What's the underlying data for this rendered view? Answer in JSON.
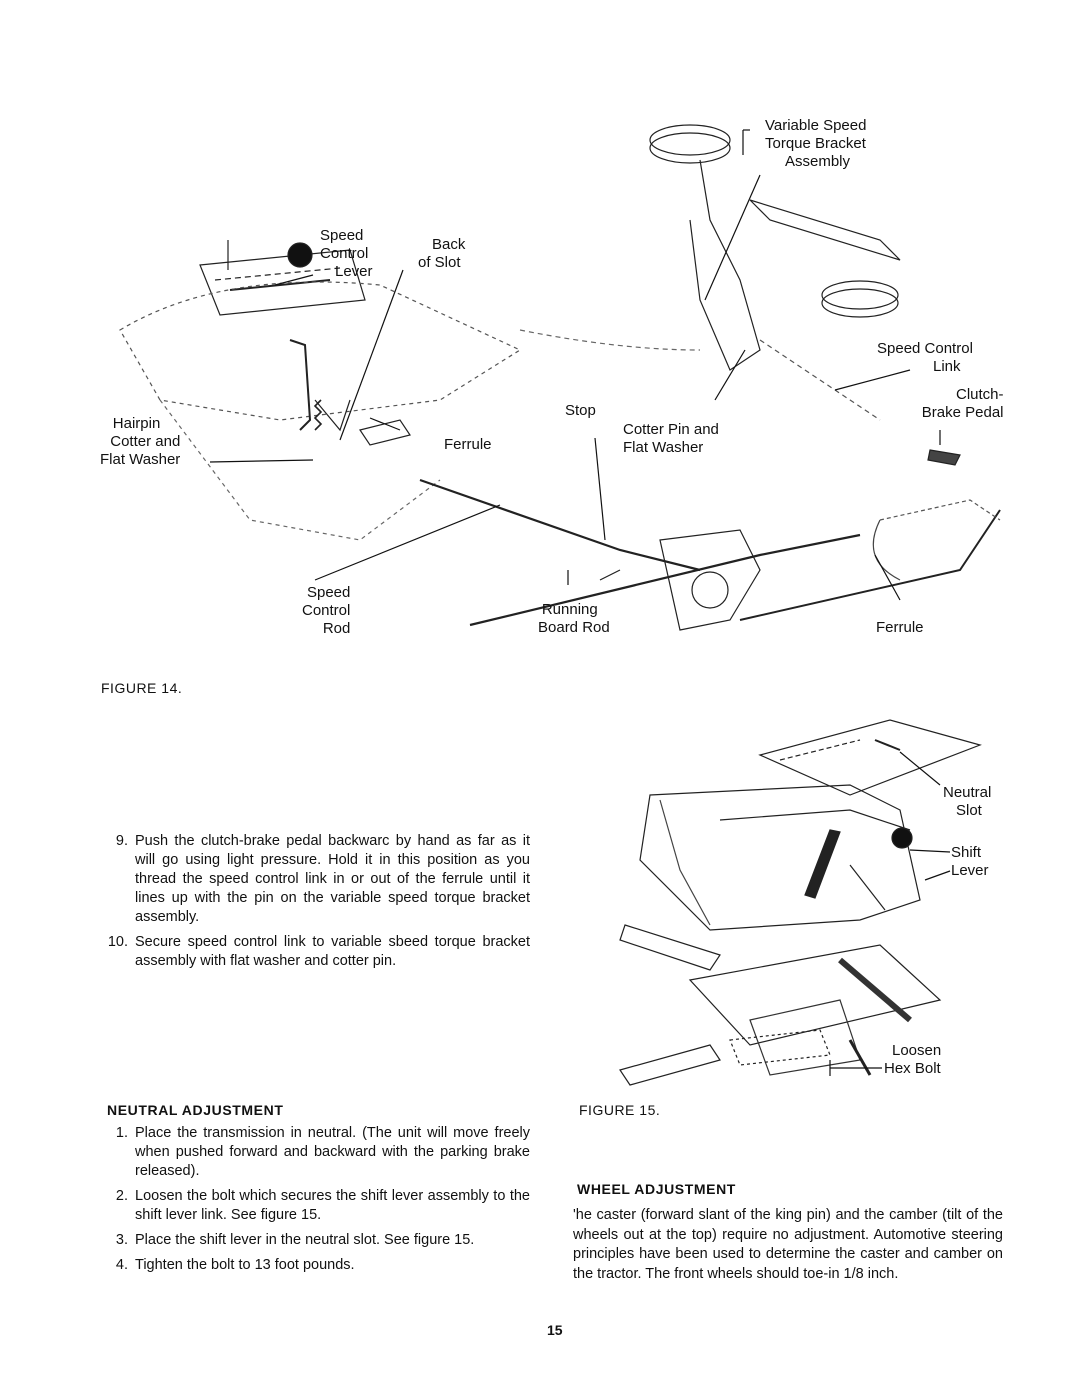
{
  "figure14": {
    "caption": "FIGURE 14.",
    "labels": {
      "variable_speed_torque_bracket": [
        "Variable Speed",
        "Torque Bracket",
        "Assembly"
      ],
      "speed_control_lever": [
        "Speed",
        "Control",
        "Lever"
      ],
      "back_of_slot": [
        "Back",
        "of Slot"
      ],
      "speed_control_link": [
        "Speed Control",
        "Link"
      ],
      "clutch_brake_pedal": [
        "Clutch-",
        "Brake Pedal"
      ],
      "hairpin_cotter": [
        "Hairpin",
        "Cotter and",
        "Flat Washer"
      ],
      "ferrule_left": "Ferrule",
      "stop": "Stop",
      "cotter_pin_flat_washer": [
        "Cotter Pin and",
        "Flat Washer"
      ],
      "speed_control_rod": [
        "Speed",
        "Control",
        "Rod"
      ],
      "running_board_rod": [
        "Running",
        "Board Rod"
      ],
      "ferrule_right": "Ferrule"
    }
  },
  "steps_top": [
    {
      "num": "9.",
      "text": "Push the clutch-brake pedal backwarc by hand as far as it will go using light pressure. Hold it in this position as you thread the speed control link in or out of the ferrule until it lines up with the pin on the variable speed torque bracket assembly."
    },
    {
      "num": "10.",
      "text": "Secure speed control link to variable sbeed torque bracket assembly with flat washer and cotter pin."
    }
  ],
  "neutral": {
    "heading": "NEUTRAL ADJUSTMENT",
    "steps": [
      {
        "num": "1.",
        "text": "Place the transmission in neutral. (The unit will move freely when pushed forward and backward with the parking brake released)."
      },
      {
        "num": "2.",
        "text": "Loosen the bolt which secures the shift lever assembly to the shift lever link. See figure 15."
      },
      {
        "num": "3.",
        "text": "Place the shift lever in the neutral slot. See figure 15."
      },
      {
        "num": "4.",
        "text": "Tighten the bolt to 13 foot pounds."
      }
    ]
  },
  "figure15": {
    "caption": "FIGURE 15.",
    "labels": {
      "neutral_slot": [
        "Neutral",
        "Slot"
      ],
      "shift_lever": [
        "Shift",
        "Lever"
      ],
      "loosen_hex_bolt": [
        "Loosen",
        "Hex Bolt"
      ]
    }
  },
  "wheel": {
    "heading": "WHEEL ADJUSTMENT",
    "text": "'he caster (forward slant of the king pin) and the camber (tilt of the wheels out at the top) require no adjustment. Automotive steering principles have been used to determine the caster and camber on the tractor. The front wheels should toe-in 1/8 inch."
  },
  "page_number": "15"
}
